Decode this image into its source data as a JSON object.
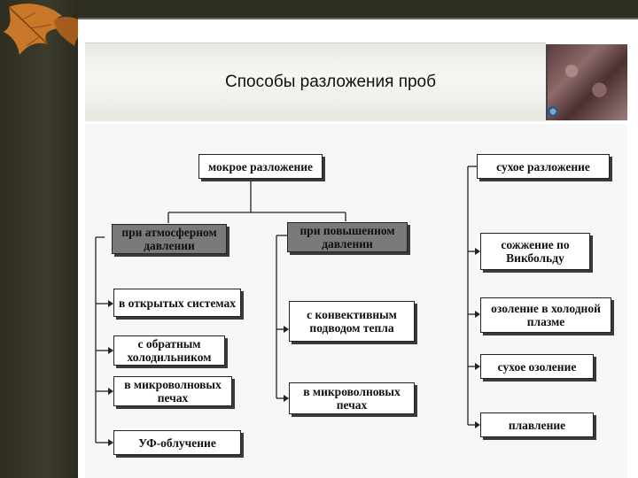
{
  "slide": {
    "title": "Способы разложения проб"
  },
  "diagram": {
    "wet": {
      "label": "мокрое разложение",
      "atmospheric": {
        "label": "при атмосферном давлении",
        "items": [
          "в открытых системах",
          "с обратным холодильником",
          "в микроволновых печах",
          "УФ-облучение"
        ]
      },
      "high_pressure": {
        "label": "при повышенном давлении",
        "items": [
          "с конвективным подводом тепла",
          "в микроволновых печах"
        ]
      }
    },
    "dry": {
      "label": "сухое разложение",
      "items": [
        "сожжение по Викбольду",
        "озоление в холодной плазме",
        "сухое озоление",
        "плавление"
      ]
    }
  },
  "colors": {
    "dark_frame": "#2f2e22",
    "grey_box": "#7a7a7a",
    "line": "#222222"
  }
}
